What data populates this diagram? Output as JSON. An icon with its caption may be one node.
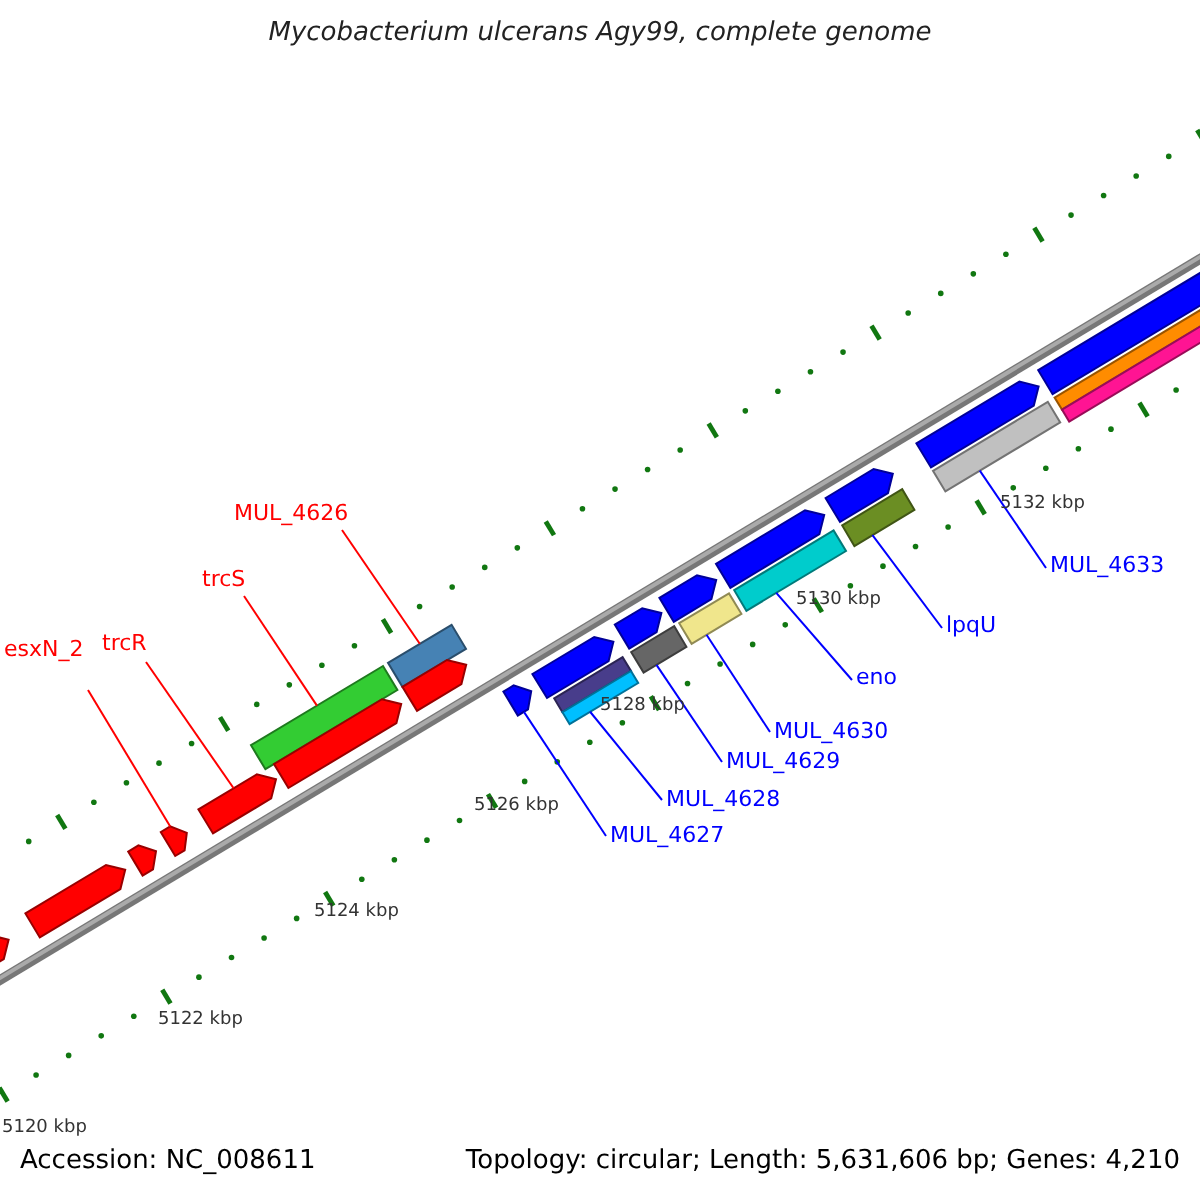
{
  "diagram": {
    "title": "Mycobacterium ulcerans Agy99, complete genome",
    "nodes": [
      {
        "text": [
          "esxN_2"
        ]
      },
      {
        "text": [
          "trcR"
        ]
      },
      {
        "text": [
          "trcS"
        ]
      },
      {
        "text": [
          "MUL_4626"
        ]
      },
      {
        "text": [
          "MUL_4627"
        ]
      },
      {
        "text": [
          "MUL_4628"
        ]
      },
      {
        "text": [
          "MUL_4629"
        ]
      },
      {
        "text": [
          "MUL_4630"
        ]
      },
      {
        "text": [
          "eno"
        ]
      },
      {
        "text": [
          "lpqU"
        ]
      },
      {
        "text": [
          "MUL_4633"
        ]
      },
      {
        "text": [],
        "shape": "arrow"
      },
      {
        "text": [],
        "shape": "arrow"
      },
      {
        "text": [],
        "shape": "arrow"
      },
      {
        "text": [],
        "shape": "arrow"
      },
      {
        "text": [],
        "shape": "arrow"
      },
      {
        "text": [],
        "shape": "bar"
      },
      {
        "text": [],
        "shape": "arrow"
      },
      {
        "text": [],
        "shape": "bar"
      },
      {
        "text": [],
        "shape": "arrow"
      },
      {
        "text": [],
        "shape": "arrow"
      },
      {
        "text": [],
        "shape": "arrow"
      },
      {
        "text": [],
        "shape": "bar"
      },
      {
        "text": [],
        "shape": "bar"
      },
      {
        "text": [],
        "shape": "arrow"
      },
      {
        "text": [],
        "shape": "bar"
      },
      {
        "text": [],
        "shape": "arrow"
      },
      {
        "text": [],
        "shape": "bar"
      },
      {
        "text": [],
        "shape": "arrow"
      },
      {
        "text": [],
        "shape": "bar"
      },
      {
        "text": [],
        "shape": "arrow"
      },
      {
        "text": [],
        "shape": "bar"
      },
      {
        "text": [],
        "shape": "arrow"
      },
      {
        "text": [],
        "shape": "bar"
      },
      {
        "text": [],
        "shape": "arrow"
      },
      {
        "text": [],
        "shape": "bar"
      },
      {
        "text": [],
        "shape": "bar"
      }
    ],
    "edges": [
      {
        "from": 0,
        "to": 14,
        "arrow": "none",
        "color": "#ff0000"
      },
      {
        "from": 1,
        "to": 15,
        "arrow": "none",
        "color": "#ff0000"
      },
      {
        "from": 2,
        "to": 16,
        "arrow": "none",
        "color": "#ff0000"
      },
      {
        "from": 3,
        "to": 18,
        "arrow": "none",
        "color": "#ff0000"
      },
      {
        "from": 4,
        "to": 20,
        "arrow": "none"
      },
      {
        "from": 5,
        "to": 23,
        "arrow": "none"
      },
      {
        "from": 6,
        "to": 25,
        "arrow": "none"
      },
      {
        "from": 7,
        "to": 27,
        "arrow": "none"
      },
      {
        "from": 8,
        "to": 29,
        "arrow": "none"
      },
      {
        "from": 9,
        "to": 31,
        "arrow": "none"
      },
      {
        "from": 10,
        "to": 33,
        "arrow": "none"
      }
    ],
    "labels": [
      "5132 kbp",
      "5130 kbp",
      "5128 kbp",
      "5126 kbp",
      "5124 kbp",
      "5122 kbp",
      "5120 kbp",
      "Accession: NC_008611",
      "Topology: circular; Length: 5,631,606 bp; Genes: 4,210"
    ]
  }
}
